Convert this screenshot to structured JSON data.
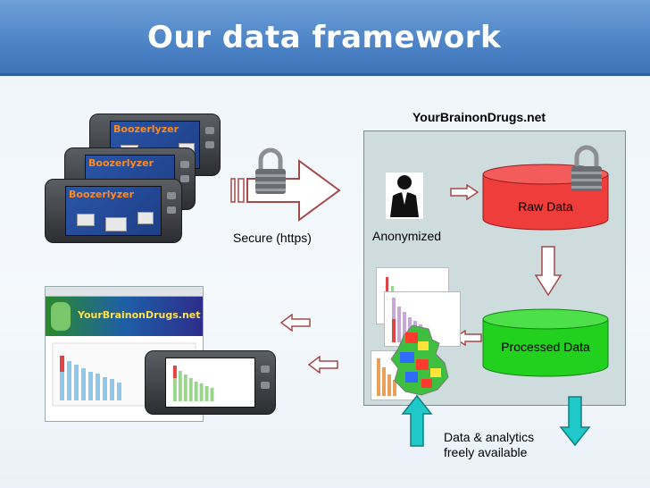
{
  "title": "Our data framework",
  "app_name": "Boozerlyzer",
  "site_name": "YourBrainonDrugs.net",
  "labels": {
    "secure": "Secure (https)",
    "anonymized": "Anonymized",
    "raw_data": "Raw Data",
    "processed_data": "Processed Data",
    "analytics_line1": "Data & analytics",
    "analytics_line2": "freely available"
  },
  "colors": {
    "header": "#4f86c8",
    "raw_data_fill": "#ef3d3b",
    "processed_data_fill": "#22d11e",
    "up_arrow": "#1fc9c9",
    "hollow_arrow": "#a34a4a"
  },
  "icons": [
    "padlock-icon",
    "anonymous-person-icon",
    "phone-icon",
    "browser-screenshot"
  ]
}
